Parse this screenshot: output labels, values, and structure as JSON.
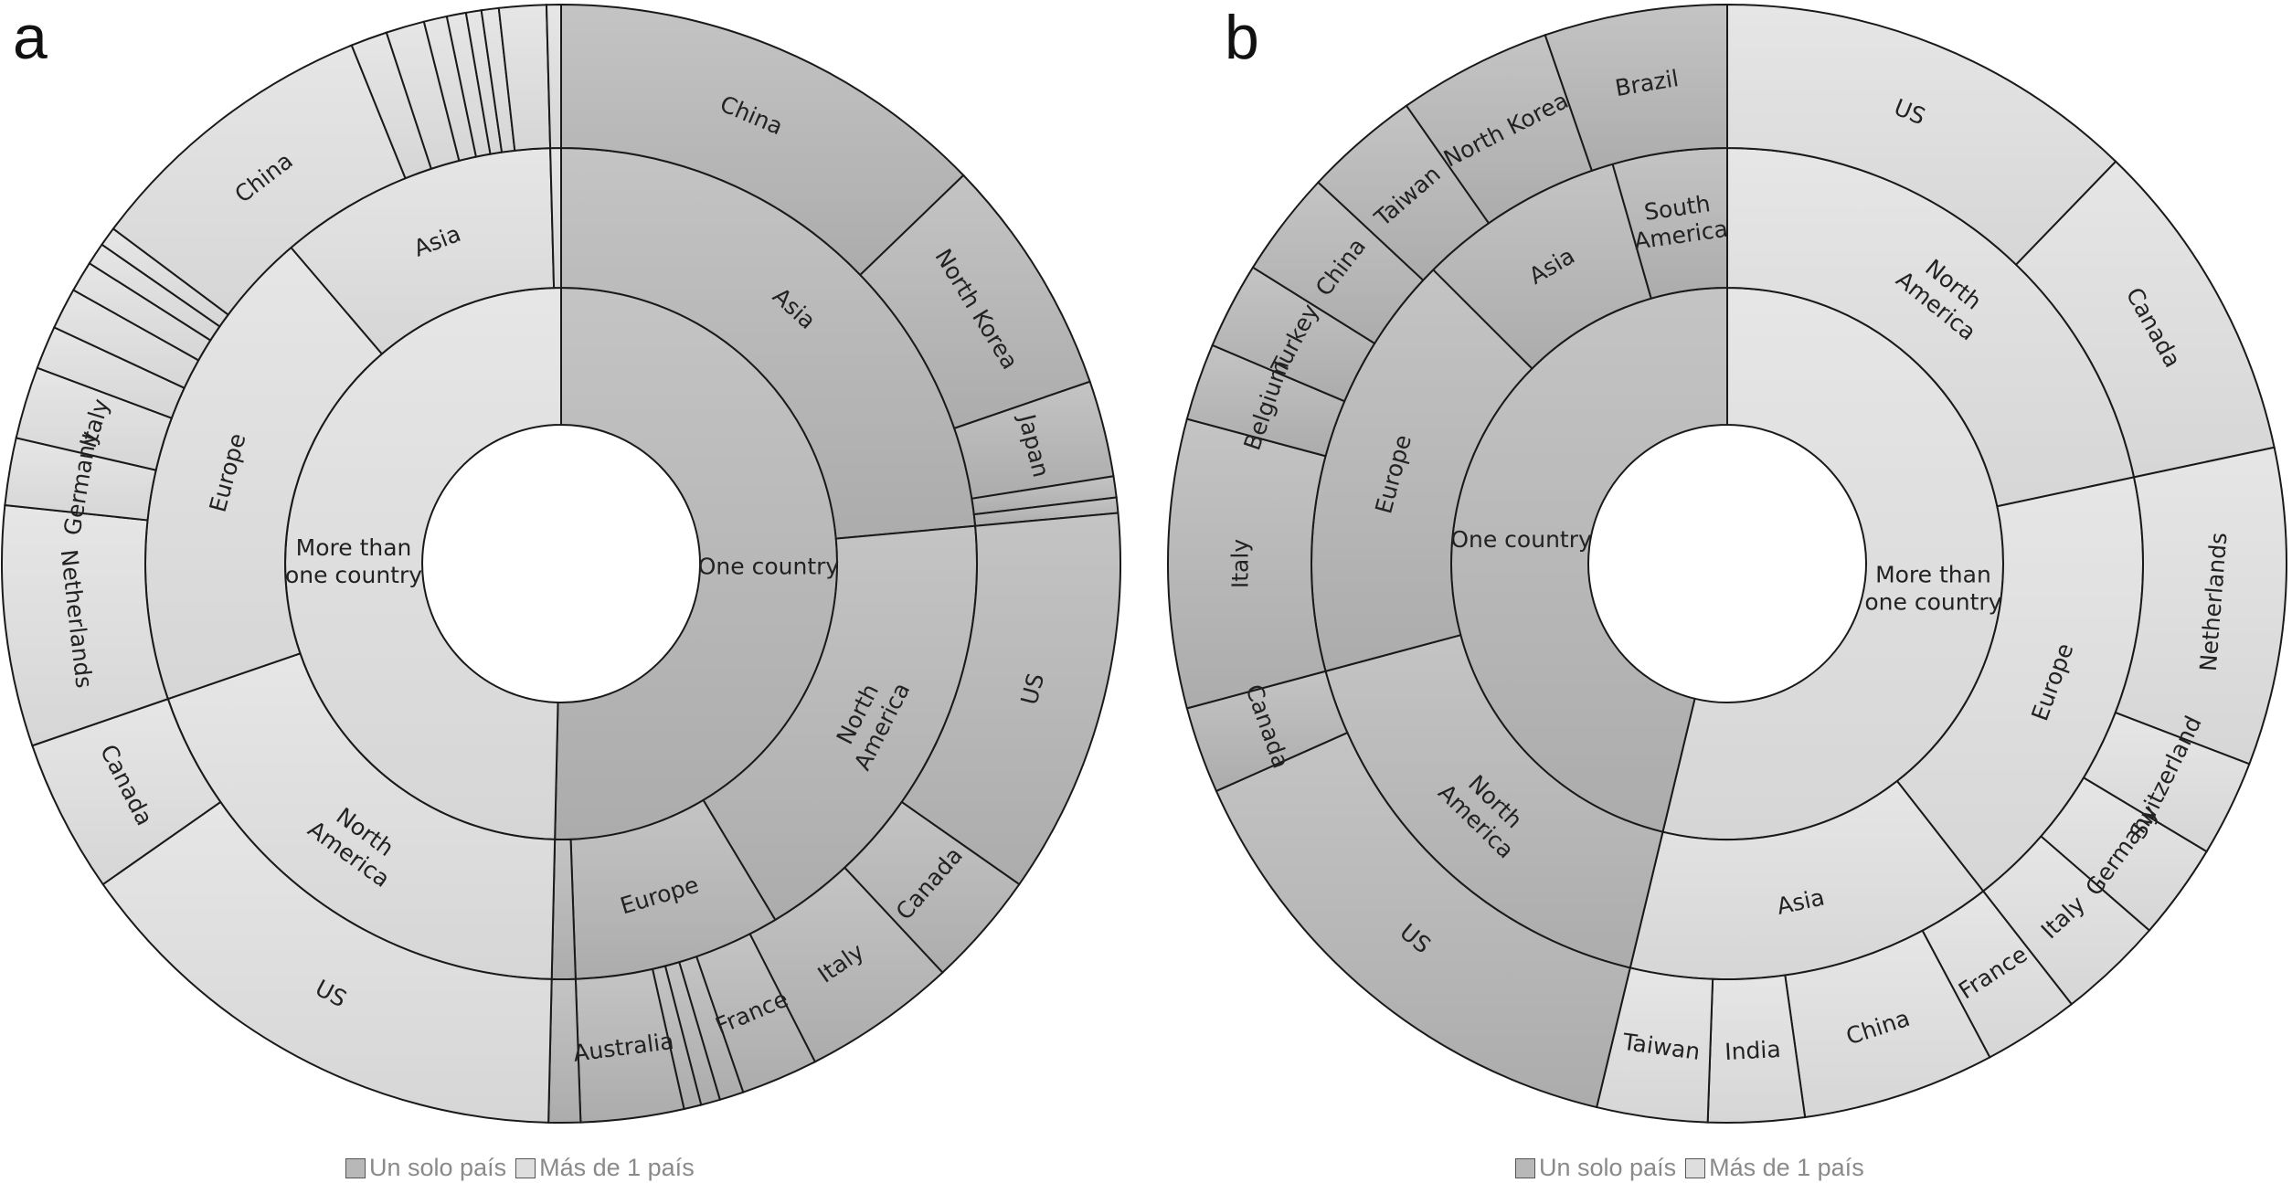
{
  "panels": [
    {
      "id": "a",
      "letter": "a"
    },
    {
      "id": "b",
      "letter": "b"
    }
  ],
  "legend": {
    "single_label": "Un solo país",
    "multi_label": "Más de 1 país",
    "single_color": "#b8b8b8",
    "multi_color": "#dedede"
  },
  "chart_data": [
    {
      "type": "sunburst",
      "panel": "a",
      "rings": [
        {
          "level": "group",
          "segments": [
            {
              "label": "One country",
              "group": "single",
              "start": 0,
              "end": 181.3
            },
            {
              "label": "More than one country",
              "lines": [
                "More than",
                "one country"
              ],
              "group": "multi",
              "start": 181.3,
              "end": 360
            }
          ]
        },
        {
          "level": "continent",
          "segments": [
            {
              "label": "Asia",
              "group": "single",
              "start": 0,
              "end": 84.8
            },
            {
              "label": "North America",
              "lines": [
                "North",
                "America"
              ],
              "group": "single",
              "start": 84.8,
              "end": 149
            },
            {
              "label": "Europe",
              "group": "single",
              "start": 149,
              "end": 178
            },
            {
              "label": "",
              "group": "single",
              "start": 178,
              "end": 181.3
            },
            {
              "label": "North America",
              "lines": [
                "North",
                "America"
              ],
              "group": "multi",
              "start": 181.3,
              "end": 251
            },
            {
              "label": "Europe",
              "group": "multi",
              "start": 251,
              "end": 319.5
            },
            {
              "label": "Asia",
              "group": "multi",
              "start": 319.5,
              "end": 358.5
            },
            {
              "label": "",
              "group": "multi",
              "start": 358.5,
              "end": 360
            }
          ]
        },
        {
          "level": "country",
          "segments": [
            {
              "label": "China",
              "group": "single",
              "start": 0,
              "end": 46
            },
            {
              "label": "North Korea",
              "group": "single",
              "start": 46,
              "end": 71
            },
            {
              "label": "Japan",
              "group": "single",
              "start": 71,
              "end": 81
            },
            {
              "label": "",
              "group": "single",
              "start": 81,
              "end": 83.2
            },
            {
              "label": "",
              "group": "single",
              "start": 83.2,
              "end": 84.8
            },
            {
              "label": "US",
              "group": "single",
              "start": 84.8,
              "end": 125
            },
            {
              "label": "Canada",
              "group": "single",
              "start": 125,
              "end": 137
            },
            {
              "label": "Italy",
              "group": "single",
              "start": 137,
              "end": 153
            },
            {
              "label": "France",
              "group": "single",
              "start": 153,
              "end": 161
            },
            {
              "label": "",
              "group": "single",
              "start": 161,
              "end": 163.5
            },
            {
              "label": "",
              "group": "single",
              "start": 163.5,
              "end": 165.5
            },
            {
              "label": "",
              "group": "single",
              "start": 165.5,
              "end": 167.3
            },
            {
              "label": "Australia",
              "group": "single",
              "start": 167.3,
              "end": 178
            },
            {
              "label": "",
              "group": "single",
              "start": 178,
              "end": 181.3
            },
            {
              "label": "US",
              "group": "multi",
              "start": 181.3,
              "end": 235
            },
            {
              "label": "Canada",
              "group": "multi",
              "start": 235,
              "end": 251
            },
            {
              "label": "Netherlands",
              "group": "multi",
              "start": 251,
              "end": 276
            },
            {
              "label": "Germany",
              "group": "multi",
              "start": 276,
              "end": 283
            },
            {
              "label": "Italy",
              "group": "multi",
              "start": 283,
              "end": 290.5
            },
            {
              "label": "",
              "group": "multi",
              "start": 290.5,
              "end": 295
            },
            {
              "label": "",
              "group": "multi",
              "start": 295,
              "end": 299.3
            },
            {
              "label": "",
              "group": "multi",
              "start": 299.3,
              "end": 302.5
            },
            {
              "label": "",
              "group": "multi",
              "start": 302.5,
              "end": 304.8
            },
            {
              "label": "",
              "group": "multi",
              "start": 304.8,
              "end": 306.8
            },
            {
              "label": "China",
              "group": "multi",
              "start": 306.8,
              "end": 338
            },
            {
              "label": "",
              "group": "multi",
              "start": 338,
              "end": 341.8
            },
            {
              "label": "",
              "group": "multi",
              "start": 341.8,
              "end": 345.8
            },
            {
              "label": "",
              "group": "multi",
              "start": 345.8,
              "end": 348.2
            },
            {
              "label": "",
              "group": "multi",
              "start": 348.2,
              "end": 350.2
            },
            {
              "label": "",
              "group": "multi",
              "start": 350.2,
              "end": 351.8
            },
            {
              "label": "",
              "group": "multi",
              "start": 351.8,
              "end": 353.6
            },
            {
              "label": "",
              "group": "multi",
              "start": 353.6,
              "end": 358.5
            },
            {
              "label": "",
              "group": "multi",
              "start": 358.5,
              "end": 360
            }
          ]
        }
      ]
    },
    {
      "type": "sunburst",
      "panel": "b",
      "rings": [
        {
          "level": "group",
          "segments": [
            {
              "label": "More than one country",
              "lines": [
                "More than",
                "one country"
              ],
              "group": "multi",
              "start": 0,
              "end": 193.5
            },
            {
              "label": "One country",
              "group": "single",
              "start": 193.5,
              "end": 360
            }
          ]
        },
        {
          "level": "continent",
          "segments": [
            {
              "label": "North America",
              "lines": [
                "North",
                "America"
              ],
              "group": "multi",
              "start": 0,
              "end": 78
            },
            {
              "label": "Europe",
              "group": "multi",
              "start": 78,
              "end": 142
            },
            {
              "label": "Asia",
              "group": "multi",
              "start": 142,
              "end": 193.5
            },
            {
              "label": "North America",
              "lines": [
                "North",
                "America"
              ],
              "group": "single",
              "start": 193.5,
              "end": 255
            },
            {
              "label": "Europe",
              "group": "single",
              "start": 255,
              "end": 315
            },
            {
              "label": "Asia",
              "group": "single",
              "start": 315,
              "end": 344
            },
            {
              "label": "South America",
              "lines": [
                "South",
                "America"
              ],
              "group": "single",
              "start": 344,
              "end": 360
            }
          ]
        },
        {
          "level": "country",
          "segments": [
            {
              "label": "US",
              "group": "multi",
              "start": 0,
              "end": 44
            },
            {
              "label": "Canada",
              "group": "multi",
              "start": 44,
              "end": 78
            },
            {
              "label": "Netherlands",
              "group": "multi",
              "start": 78,
              "end": 111
            },
            {
              "label": "Switzerland",
              "group": "multi",
              "start": 111,
              "end": 121
            },
            {
              "label": "Germany",
              "group": "multi",
              "start": 121,
              "end": 131
            },
            {
              "label": "Italy",
              "group": "multi",
              "start": 131,
              "end": 142
            },
            {
              "label": "France",
              "group": "multi",
              "start": 142,
              "end": 152
            },
            {
              "label": "China",
              "group": "multi",
              "start": 152,
              "end": 172
            },
            {
              "label": "India",
              "group": "multi",
              "start": 172,
              "end": 182
            },
            {
              "label": "Taiwan",
              "group": "multi",
              "start": 182,
              "end": 193.5
            },
            {
              "label": "US",
              "group": "single",
              "start": 193.5,
              "end": 246
            },
            {
              "label": "Canada",
              "group": "single",
              "start": 246,
              "end": 255
            },
            {
              "label": "Italy",
              "group": "single",
              "start": 255,
              "end": 285
            },
            {
              "label": "Belgium",
              "group": "single",
              "start": 285,
              "end": 293
            },
            {
              "label": "Turkey",
              "group": "single",
              "start": 293,
              "end": 302
            },
            {
              "label": "China",
              "group": "single",
              "start": 302,
              "end": 313
            },
            {
              "label": "Taiwan",
              "group": "single",
              "start": 313,
              "end": 325
            },
            {
              "label": "North Korea",
              "group": "single",
              "start": 325,
              "end": 341
            },
            {
              "label": "Brazil",
              "group": "single",
              "start": 341,
              "end": 360
            }
          ]
        }
      ]
    }
  ]
}
